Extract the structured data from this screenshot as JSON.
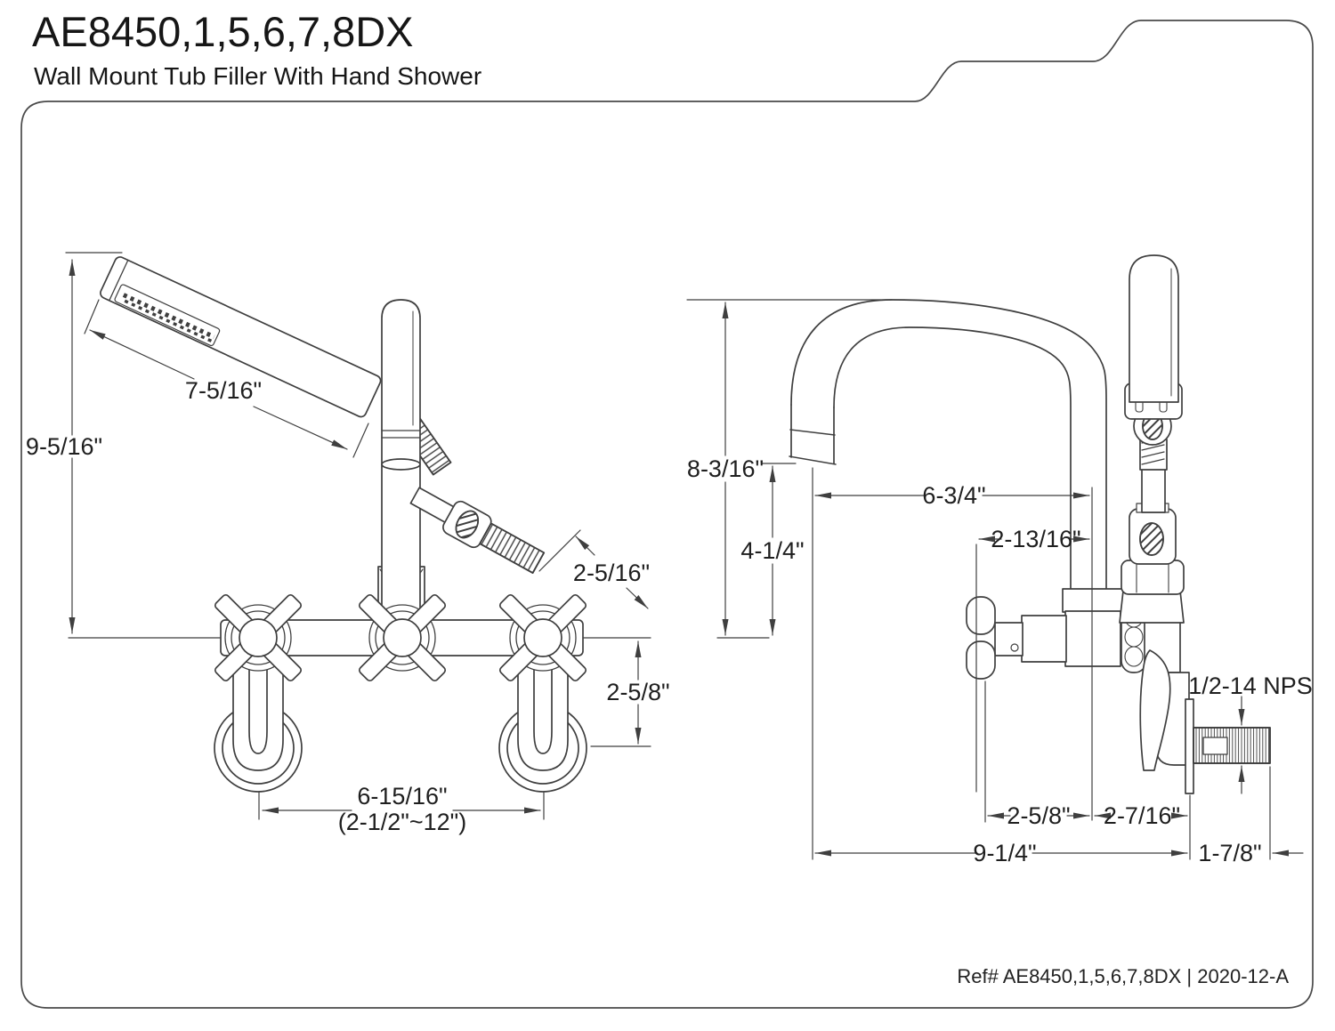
{
  "title": "AE8450,1,5,6,7,8DX",
  "subtitle": "Wall Mount Tub Filler With Hand Shower",
  "ref_label": "Ref# AE8450,1,5,6,7,8DX | 2020-12-A",
  "colors": {
    "line": "#3f3f3f",
    "text": "#1f1f1f",
    "background": "#ffffff"
  },
  "front_view": {
    "name": "front-elevation",
    "dims": {
      "hand_shower_length": "7-5/16\"",
      "overall_height": "9-5/16\"",
      "hose_connection": "2-5/16\"",
      "outlet_drop": "2-5/8\"",
      "mount_centers": "6-15/16\"",
      "mount_centers_range": "(2-1/2\"~12\")"
    }
  },
  "side_view": {
    "name": "side-elevation",
    "dims": {
      "spout_height": "8-3/16\"",
      "spout_reach": "6-3/4\"",
      "spout_clearance": "4-1/4\"",
      "handle_projection": "2-13/16\"",
      "body_depth": "2-5/8\"",
      "wall_offset": "2-7/16\"",
      "overall_projection": "9-1/4\"",
      "nipple_length": "1-7/8\"",
      "thread_size": "1/2-14 NPS"
    }
  }
}
